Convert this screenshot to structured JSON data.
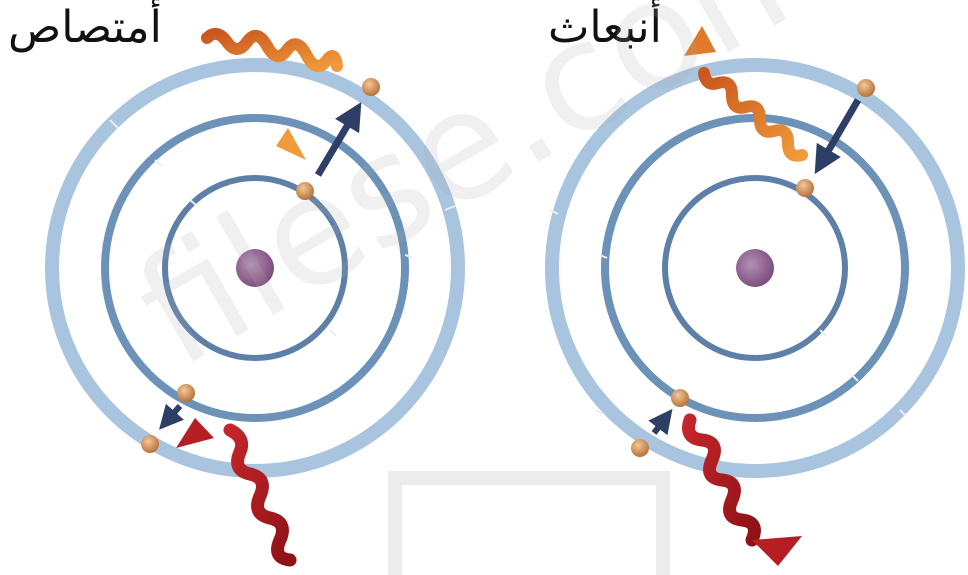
{
  "panels": [
    {
      "id": "absorption",
      "label": "أمتصاص"
    },
    {
      "id": "emission",
      "label": "أنبعاث"
    }
  ],
  "watermark": "filese.com/om",
  "colors": {
    "outer_shell": "#a8c4de",
    "middle_shell": "#5e86ad",
    "inner_shell": "#5d7fa8",
    "nucleus": "#8a5c8a",
    "electron": "#c98b4e",
    "arrow": "#2e3f66",
    "photon_orange": "#e0792a",
    "photon_red": "#b51f24"
  }
}
